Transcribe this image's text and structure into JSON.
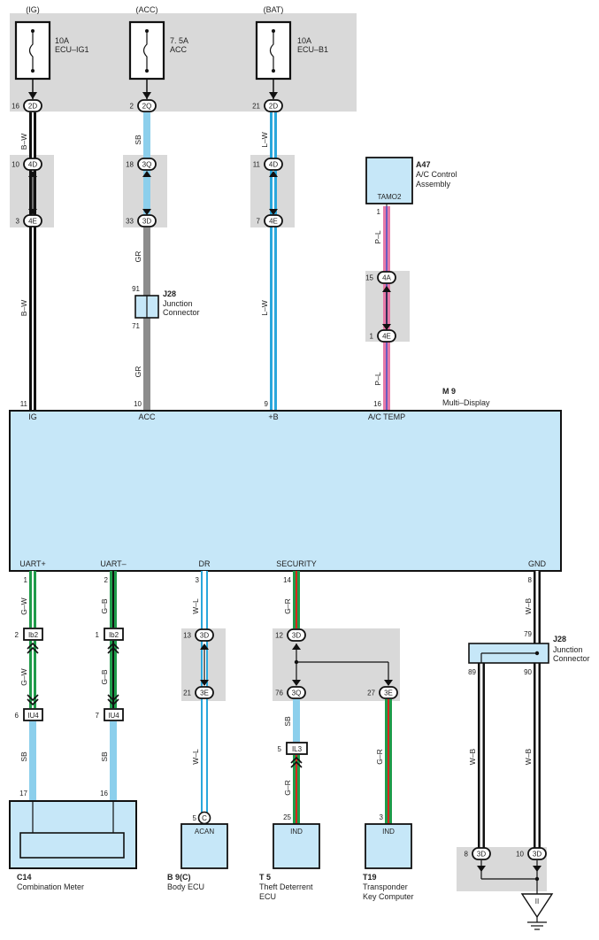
{
  "fuses": [
    {
      "source": "(IG)",
      "rating": "10A",
      "name": "ECU–IG1",
      "pin": "16",
      "conn": "2D"
    },
    {
      "source": "(ACC)",
      "rating": "7. 5A",
      "name": "ACC",
      "pin": "2",
      "conn": "2Q"
    },
    {
      "source": "(BAT)",
      "rating": "10A",
      "name": "ECU–B1",
      "pin": "21",
      "conn": "2D"
    }
  ],
  "wires": {
    "ig_top": "B–W",
    "acc_top": "SB",
    "bat_top": "L–W",
    "ig_mid": "B–W",
    "acc_mid1": "GR",
    "acc_mid2": "GR",
    "bat_mid": "L–W",
    "ac_top": "P–L",
    "ac_mid": "P–L",
    "uart_p1": "G–W",
    "uart_p2": "G–W",
    "uart_p3": "SB",
    "uart_m1": "G–B",
    "uart_m2": "G–B",
    "uart_m3": "SB",
    "dr1": "W–L",
    "dr2": "W–L",
    "sec1": "G–R",
    "sec2": "SB",
    "sec3": "G–R",
    "sec4": "G–R",
    "gnd1": "W–B",
    "gnd2": "W–B",
    "gnd3": "W–B"
  },
  "in_line_connectors": {
    "c4d_1": {
      "pin": "10",
      "conn": "4D"
    },
    "c4e_1": {
      "pin": "3",
      "conn": "4E"
    },
    "c3q_1": {
      "pin": "18",
      "conn": "3Q"
    },
    "c3d_1": {
      "pin": "33",
      "conn": "3D"
    },
    "c4d_2": {
      "pin": "11",
      "conn": "4D"
    },
    "c4e_2": {
      "pin": "7",
      "conn": "4E"
    },
    "c4a": {
      "pin": "15",
      "conn": "4A"
    },
    "c4e_3": {
      "pin": "1",
      "conn": "4E"
    },
    "ib2_1": {
      "pin": "2",
      "conn": "Ib2"
    },
    "iu4_1": {
      "pin": "6",
      "conn": "IU4"
    },
    "ib2_2": {
      "pin": "1",
      "conn": "Ib2"
    },
    "iu4_2": {
      "pin": "7",
      "conn": "IU4"
    },
    "c3d_dr": {
      "pin": "13",
      "conn": "3D"
    },
    "c3e_dr": {
      "pin": "21",
      "conn": "3E"
    },
    "c3d_sec": {
      "pin": "12",
      "conn": "3D"
    },
    "c3q_sec": {
      "pin": "76",
      "conn": "3Q"
    },
    "c3e_sec": {
      "pin": "27",
      "conn": "3E"
    },
    "il3": {
      "pin": "5",
      "conn": "IL3"
    },
    "c3d_g1": {
      "pin": "8",
      "conn": "3D"
    },
    "c3d_g2": {
      "pin": "10",
      "conn": "3D"
    }
  },
  "junction_top": {
    "id": "J28",
    "name": "Junction Connector",
    "pin_in": "91",
    "pin_out": "71"
  },
  "junction_bottom": {
    "id": "J28",
    "name": "Junction Connector",
    "pin_in": "79",
    "pin_a": "89",
    "pin_b": "90"
  },
  "ac_control": {
    "id": "A47",
    "name_line1": "A/C Control",
    "name_line2": "Assembly",
    "terminal": "TAMO2",
    "pin": "1"
  },
  "multi_display": {
    "id": "M 9",
    "name": "Multi–Display",
    "top_terminals": [
      {
        "label": "IG",
        "pin": "11"
      },
      {
        "label": "ACC",
        "pin": "10"
      },
      {
        "label": "+B",
        "pin": "9"
      },
      {
        "label": "A/C TEMP",
        "pin": "16"
      }
    ],
    "bottom_terminals": [
      {
        "label": "UART+",
        "pin": "1"
      },
      {
        "label": "UART–",
        "pin": "2"
      },
      {
        "label": "DR",
        "pin": "3"
      },
      {
        "label": "SECURITY",
        "pin": "14"
      },
      {
        "label": "GND",
        "pin": "8"
      }
    ]
  },
  "components": {
    "c14": {
      "id": "C14",
      "name": "Combination Meter",
      "pin_a": "17",
      "pin_b": "16"
    },
    "b9": {
      "id": "B 9(C)",
      "name": "Body ECU",
      "terminal": "ACAN",
      "pin": "5",
      "conn": "C"
    },
    "t5": {
      "id": "T 5",
      "name_line1": "Theft Deterrent",
      "name_line2": "ECU",
      "terminal": "IND",
      "pin": "25"
    },
    "t19": {
      "id": "T19",
      "name_line1": "Transponder",
      "name_line2": "Key Computer",
      "terminal": "IND",
      "pin": "3"
    },
    "ground": {
      "symbol": "II"
    }
  },
  "colors": {
    "panel": "#d9d9d9",
    "box": "#c6e7f8",
    "sb": "#8ccfec",
    "lw": "#2aa7dc",
    "gr": "#8c8c8c",
    "green": "#1f9b4a",
    "red": "#d9261c",
    "pink": "#e77aa8",
    "purple": "#6a5bbf"
  }
}
